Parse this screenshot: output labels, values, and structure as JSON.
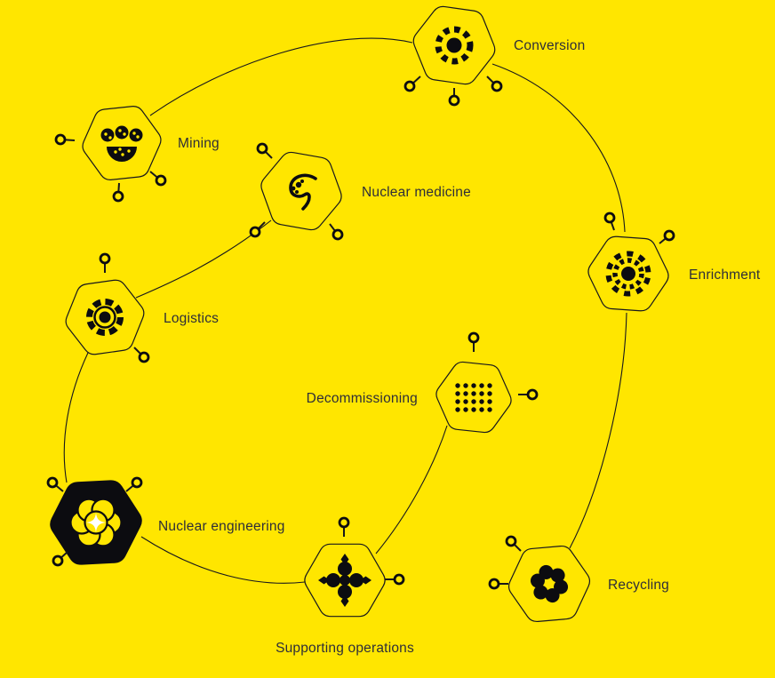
{
  "colors": {
    "background": "#FFE600",
    "line": "#17171C",
    "text": "#2E2E38",
    "node_fill": "#FFE600",
    "node_highlight": "#0C0C10",
    "icon_ink": "#0C0C10",
    "sparkle": "#FFFFFF"
  },
  "nodes": [
    {
      "id": "conversion",
      "label": "Conversion",
      "icon": "atom-ring-icon",
      "highlighted": false
    },
    {
      "id": "mining",
      "label": "Mining",
      "icon": "ore-pile-icon",
      "highlighted": false
    },
    {
      "id": "nuclear-medicine",
      "label": "Nuclear medicine",
      "icon": "medicine-swirl-icon",
      "highlighted": false
    },
    {
      "id": "enrichment",
      "label": "Enrichment",
      "icon": "atom-double-ring-icon",
      "highlighted": false
    },
    {
      "id": "logistics",
      "label": "Logistics",
      "icon": "gear-target-icon",
      "highlighted": false
    },
    {
      "id": "decommissioning",
      "label": "Decommissioning",
      "icon": "dot-grid-icon",
      "highlighted": false
    },
    {
      "id": "nuclear-engineering",
      "label": "Nuclear engineering",
      "icon": "molecule-cluster-icon",
      "highlighted": true
    },
    {
      "id": "supporting-operations",
      "label": "Supporting operations",
      "icon": "circle-cross-icon",
      "highlighted": false
    },
    {
      "id": "recycling",
      "label": "Recycling",
      "icon": "circle-ring-icon",
      "highlighted": false
    }
  ],
  "edges": [
    {
      "from": "mining",
      "to": "conversion"
    },
    {
      "from": "conversion",
      "to": "enrichment"
    },
    {
      "from": "enrichment",
      "to": "recycling"
    },
    {
      "from": "nuclear-medicine",
      "to": "logistics"
    },
    {
      "from": "logistics",
      "to": "nuclear-engineering"
    },
    {
      "from": "nuclear-engineering",
      "to": "supporting-operations"
    },
    {
      "from": "supporting-operations",
      "to": "decommissioning"
    }
  ]
}
